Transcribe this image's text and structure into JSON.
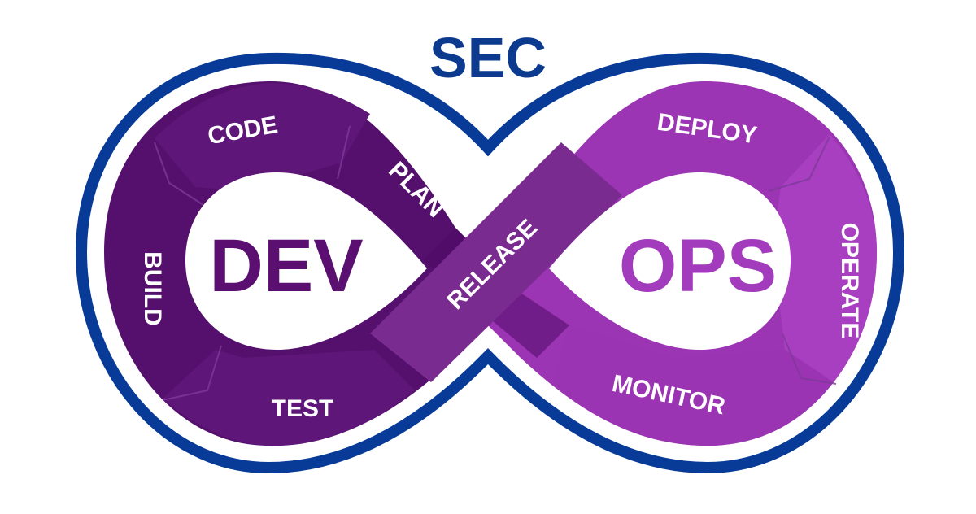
{
  "title": "SEC",
  "left_center": "DEV",
  "right_center": "OPS",
  "stages": {
    "code": "CODE",
    "plan": "PLAN",
    "build": "BUILD",
    "test": "TEST",
    "release": "RELEASE",
    "deploy": "DEPLOY",
    "operate": "OPERATE",
    "monitor": "MONITOR"
  },
  "colors": {
    "outer_ring": "#083b97",
    "dev_dark": "#4f0a66",
    "dev_mid": "#651a80",
    "ops_main": "#9b35b4",
    "ops_light": "#b046c6",
    "release_band": "#7a2b90",
    "title": "#0b3a8f",
    "dev_text": "#5a0f71",
    "ops_text": "#a33bbd"
  }
}
